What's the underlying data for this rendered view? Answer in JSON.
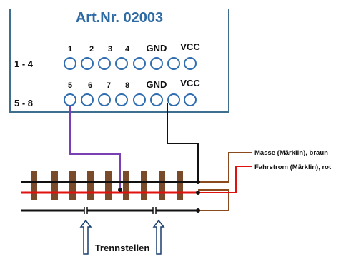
{
  "module": {
    "article_number": "Art.Nr. 02003",
    "row1_label": "1 - 4",
    "row2_label": "5 - 8",
    "row1_pins": [
      "1",
      "2",
      "3",
      "4",
      "GND",
      "VCC"
    ],
    "row2_pins": [
      "5",
      "6",
      "7",
      "8",
      "GND",
      "VCC"
    ]
  },
  "wires": {
    "masse_label": "Masse (Märklin), braun",
    "fahrstrom_label": "Fahrstrom (Märklin), rot"
  },
  "track": {
    "trennstellen_label": "Trennstellen"
  },
  "colors": {
    "module_border": "#3f6f8f",
    "title": "#2e6aa3",
    "pin_circle": "#2f6db0",
    "purple_wire": "#7a3fb5",
    "brown_wire": "#8b4a1e",
    "red_rail": "#e0120f",
    "sleeper": "#7a4b2a",
    "rail": "#111111"
  }
}
